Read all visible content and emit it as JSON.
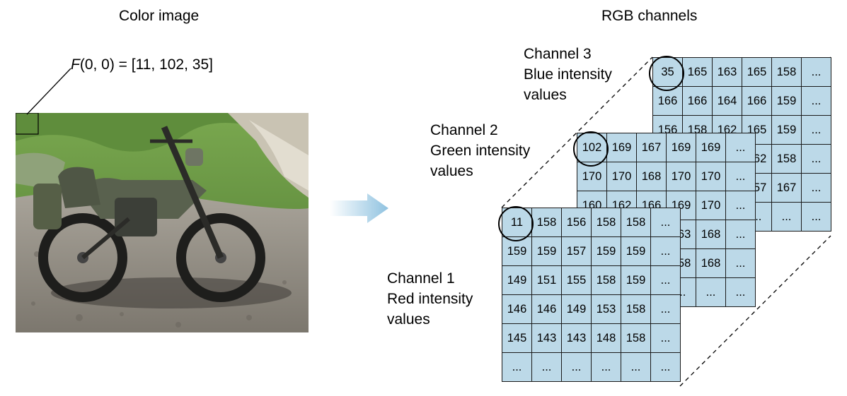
{
  "titles": {
    "left": "Color image",
    "right": "RGB channels"
  },
  "formula": {
    "symbol": "F",
    "rest": "(0, 0) = [11, 102, 35]"
  },
  "channels": [
    {
      "id": "blue",
      "label_lines": [
        "Channel 3",
        "Blue intensity",
        "values"
      ],
      "rows": [
        [
          "35",
          "165",
          "163",
          "165",
          "158",
          "..."
        ],
        [
          "166",
          "166",
          "164",
          "166",
          "159",
          "..."
        ],
        [
          "156",
          "158",
          "162",
          "165",
          "159",
          "..."
        ],
        [
          "",
          "",
          "",
          "162",
          "158",
          "..."
        ],
        [
          "",
          "",
          "",
          "157",
          "167",
          "..."
        ],
        [
          "",
          "",
          "",
          "...",
          "...",
          "..."
        ]
      ]
    },
    {
      "id": "green",
      "label_lines": [
        "Channel 2",
        "Green intensity",
        "values"
      ],
      "rows": [
        [
          "102",
          "169",
          "167",
          "169",
          "169",
          "..."
        ],
        [
          "170",
          "170",
          "168",
          "170",
          "170",
          "..."
        ],
        [
          "160",
          "162",
          "166",
          "169",
          "170",
          "..."
        ],
        [
          "",
          "",
          "",
          "163",
          "168",
          "..."
        ],
        [
          "",
          "",
          "",
          "158",
          "168",
          "..."
        ],
        [
          "",
          "",
          "",
          "...",
          "...",
          "..."
        ]
      ]
    },
    {
      "id": "red",
      "label_lines": [
        "Channel 1",
        "Red intensity",
        "values"
      ],
      "rows": [
        [
          "11",
          "158",
          "156",
          "158",
          "158",
          "..."
        ],
        [
          "159",
          "159",
          "157",
          "159",
          "159",
          "..."
        ],
        [
          "149",
          "151",
          "155",
          "158",
          "159",
          "..."
        ],
        [
          "146",
          "146",
          "149",
          "153",
          "158",
          "..."
        ],
        [
          "145",
          "143",
          "143",
          "148",
          "158",
          "..."
        ],
        [
          "...",
          "...",
          "...",
          "...",
          "...",
          "..."
        ]
      ]
    }
  ],
  "colors": {
    "cell_fill": "#bcd9e8",
    "arrow": "#9fcbe3"
  }
}
